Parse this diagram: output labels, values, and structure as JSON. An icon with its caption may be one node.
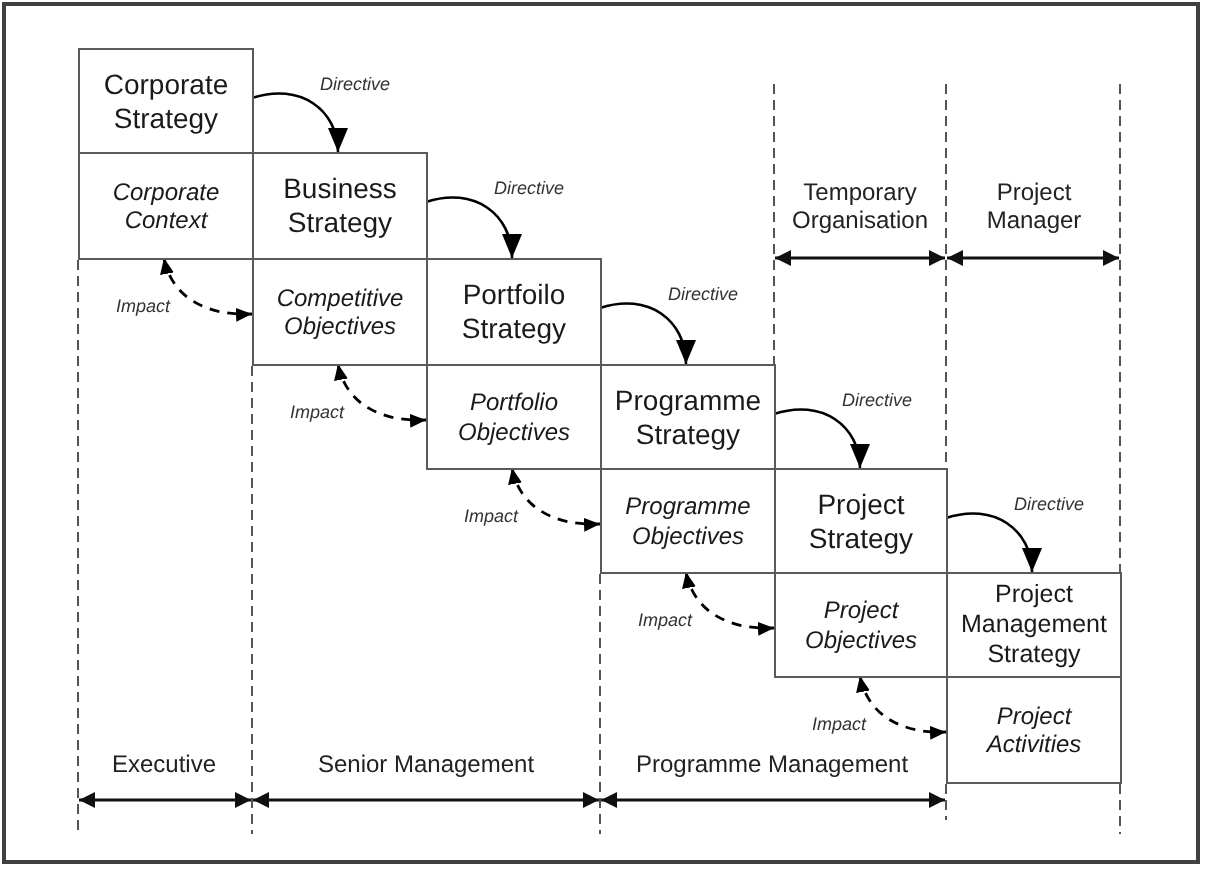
{
  "diagram": {
    "nodes": [
      {
        "text": [
          "Corporate Strategy"
        ]
      },
      {
        "text": [
          "Corporate Context"
        ]
      },
      {
        "text": [
          "Business Strategy"
        ]
      },
      {
        "text": [
          "Competitive Objectives"
        ]
      },
      {
        "text": [
          "Portfoilo Strategy"
        ]
      },
      {
        "text": [
          "Portfolio Objectives"
        ]
      },
      {
        "text": [
          "Programme Strategy"
        ]
      },
      {
        "text": [
          "Programme Objectives"
        ]
      },
      {
        "text": [
          "Project Strategy"
        ]
      },
      {
        "text": [
          "Project Objectives"
        ]
      },
      {
        "text": [
          "Project Management Strategy"
        ]
      },
      {
        "text": [
          "Project Activities"
        ]
      }
    ],
    "edges": [
      {
        "from": 0,
        "to": 2,
        "arrow": "to",
        "label": "Directive"
      },
      {
        "from": 2,
        "to": 4,
        "arrow": "to",
        "label": "Directive"
      },
      {
        "from": 4,
        "to": 6,
        "arrow": "to",
        "label": "Directive"
      },
      {
        "from": 6,
        "to": 8,
        "arrow": "to",
        "label": "Directive"
      },
      {
        "from": 8,
        "to": 10,
        "arrow": "to",
        "label": "Directive"
      },
      {
        "from": 1,
        "to": 3,
        "arrow": "both",
        "label": "Impact",
        "style": "dashed"
      },
      {
        "from": 3,
        "to": 5,
        "arrow": "both",
        "label": "Impact",
        "style": "dashed"
      },
      {
        "from": 5,
        "to": 7,
        "arrow": "both",
        "label": "Impact",
        "style": "dashed"
      },
      {
        "from": 7,
        "to": 9,
        "arrow": "both",
        "label": "Impact",
        "style": "dashed"
      },
      {
        "from": 9,
        "to": 11,
        "arrow": "both",
        "label": "Impact",
        "style": "dashed"
      }
    ],
    "labels": [
      "Temporary Organisation",
      "Project Manager",
      "Executive",
      "Senior Management",
      "Programme Management"
    ]
  }
}
